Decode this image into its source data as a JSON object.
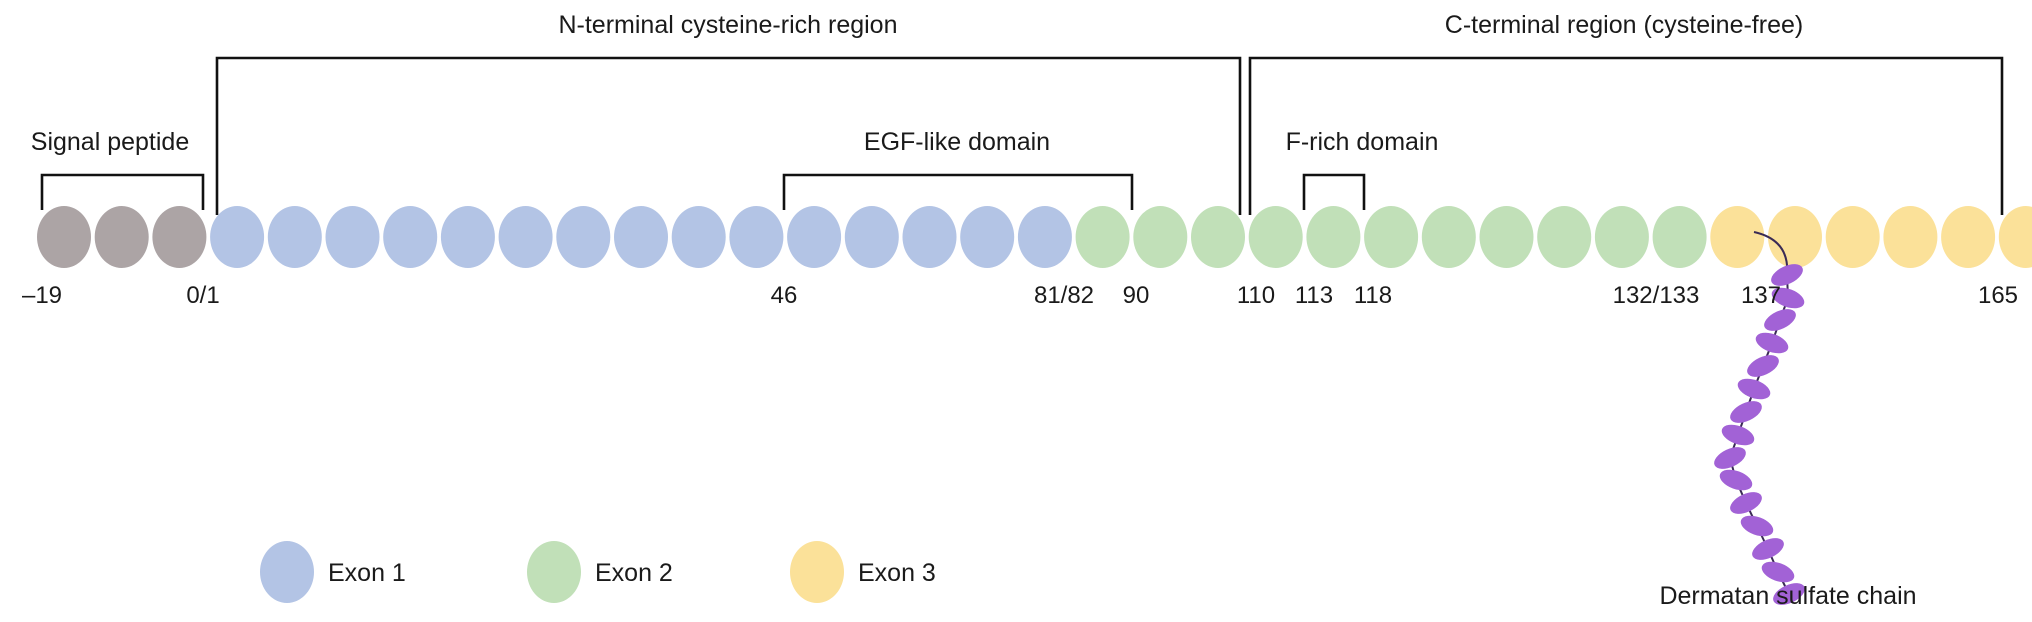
{
  "colors": {
    "signal": "#aca4a5",
    "exon1": "#b3c4e5",
    "exon2": "#c1e0b8",
    "exon3": "#fbe199",
    "chain": "#a262d6",
    "bracket": "#111111"
  },
  "regions": {
    "n_terminal": "N-terminal cysteine-rich region",
    "c_terminal": "C-terminal region (cysteine-free)",
    "signal_peptide": "Signal peptide",
    "egf_like": "EGF-like domain",
    "f_rich": "F-rich domain"
  },
  "residues": {
    "signal_count": 3,
    "exon1_count": 15,
    "exon2_count": 11,
    "exon3_count": 6
  },
  "ticks": [
    "–19",
    "0/1",
    "46",
    "81/82",
    "90",
    "110",
    "113",
    "118",
    "132/133",
    "137",
    "165"
  ],
  "chain_label": "Dermatan sulfate chain",
  "legend": [
    {
      "key": "exon1",
      "label": "Exon 1"
    },
    {
      "key": "exon2",
      "label": "Exon 2"
    },
    {
      "key": "exon3",
      "label": "Exon 3"
    }
  ]
}
